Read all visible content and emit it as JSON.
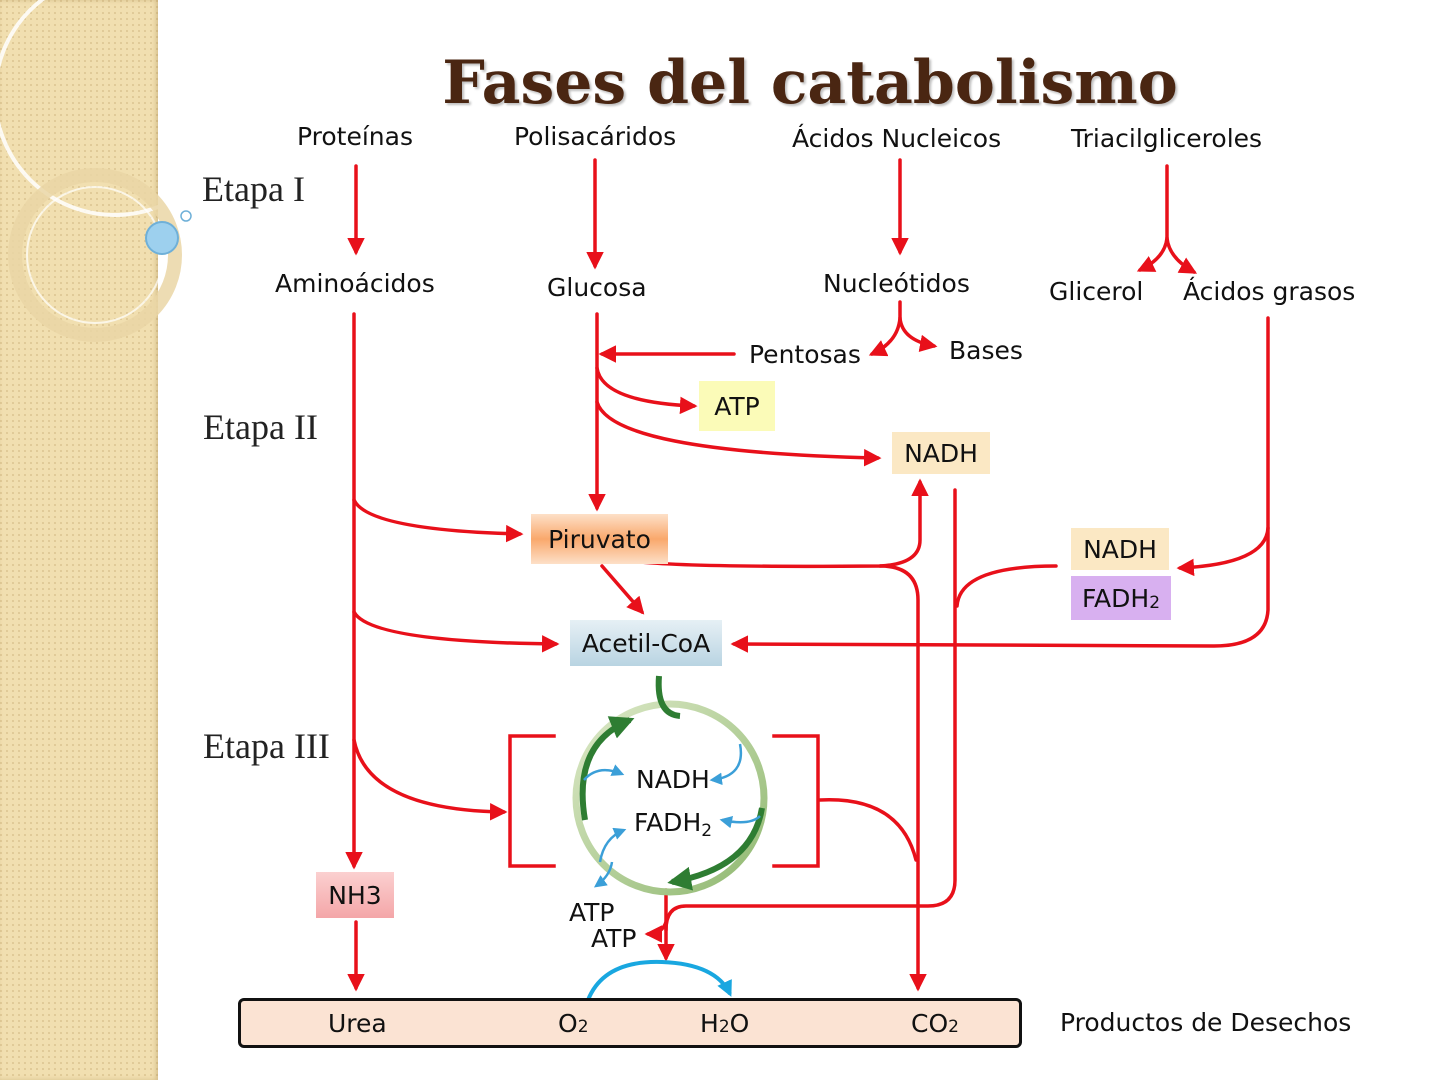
{
  "title": "Fases del catabolismo",
  "stages": [
    "Etapa I",
    "Etapa II",
    "Etapa III"
  ],
  "sources": {
    "proteins": "Proteínas",
    "polysaccharides": "Polisacáridos",
    "nucleic_acids": "Ácidos Nucleicos",
    "triacylglycerols": "Triacilgliceroles"
  },
  "monomers": {
    "amino_acids": "Aminoácidos",
    "glucose": "Glucosa",
    "nucleotides": "Nucleótidos",
    "glycerol": "Glicerol",
    "fatty_acids": "Ácidos grasos",
    "pentoses": "Pentosas",
    "bases": "Bases"
  },
  "intermediates": {
    "atp": "ATP",
    "nadh_glycolysis": "NADH",
    "pyruvate": "Piruvato",
    "acetyl_coa": "Acetil-CoA",
    "nadh_fat": "NADH",
    "fadh2_fat": "FADH2",
    "fadh2_fat_base": "FADH",
    "fadh2_fat_sub": "2"
  },
  "cycle": {
    "nadh": "NADH",
    "fadh2_base": "FADH",
    "fadh2_sub": "2",
    "atp_1": "ATP",
    "atp_2": "ATP"
  },
  "nh3": "NH3",
  "waste_products": {
    "urea": "Urea",
    "o2_base": "O",
    "o2_sub": "2",
    "h2o_pre": "H",
    "h2o_sub": "2",
    "h2o_post": "O",
    "co2_base": "CO",
    "co2_sub": "2",
    "label": "Productos de Desechos"
  },
  "colors": {
    "arrow": "#e8101a",
    "title": "#4a2612",
    "atp_box": "#fbfbb8",
    "nadh_box": "#fbe8c4",
    "fadh2_box": "#d8b0f0",
    "pyruvate_box": "#f9a86c",
    "acetyl_coa_box": "#cfe2ec",
    "nh3_box": "#f4a6a8",
    "waste_box": "#fbe3d3",
    "cycle_dark": "#2e7d32",
    "cycle_light": "#b8d4a0",
    "small_arrows": "#3b9fd8",
    "water_arrow": "#19a7e0"
  }
}
